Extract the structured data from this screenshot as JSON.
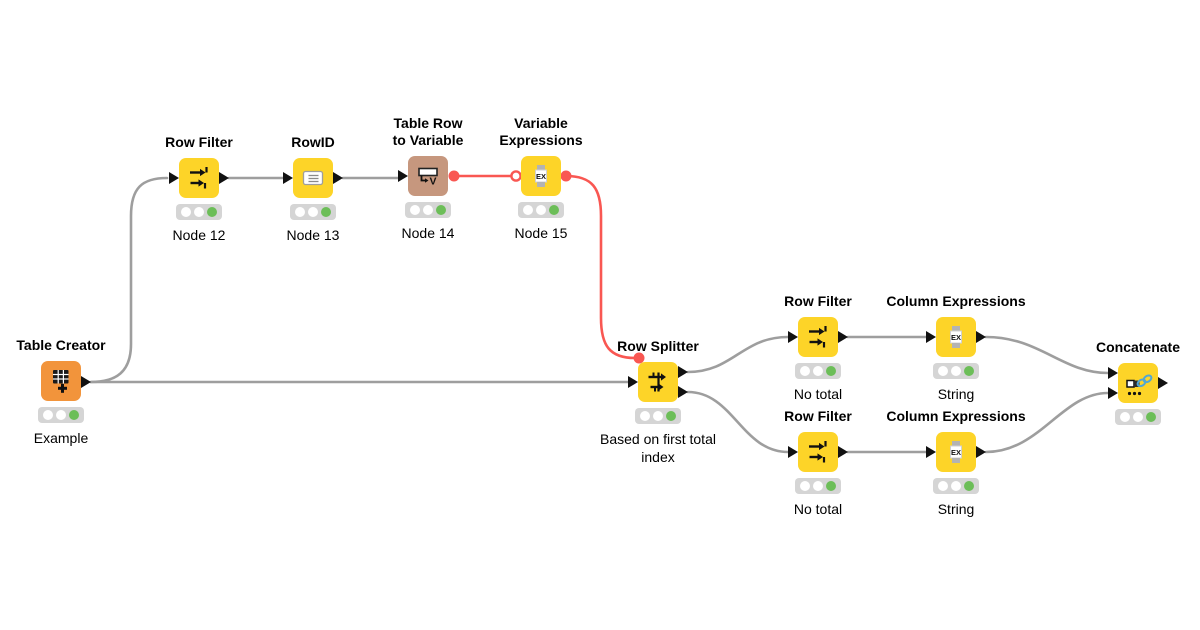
{
  "theme": {
    "colors": {
      "canvas-bg": "#ffffff",
      "node-yellow": "#fdd428",
      "node-orange": "#f2943b",
      "node-tan": "#c6977e",
      "edge-gray": "#9e9e9e",
      "edge-red": "#f95752",
      "port-black": "#111111",
      "status-bg": "#d5d5d5",
      "status-green": "#6cbe58",
      "text-black": "#000000"
    }
  },
  "workflow": {
    "nodes": [
      {
        "id": "table-creator",
        "title": "Table Creator",
        "label": "Example",
        "status": "executed",
        "color": "orange"
      },
      {
        "id": "row-filter-12",
        "title": "Row Filter",
        "label": "Node 12",
        "status": "executed",
        "color": "yellow"
      },
      {
        "id": "rowid-13",
        "title": "RowID",
        "label": "Node 13",
        "status": "executed",
        "color": "yellow"
      },
      {
        "id": "table-row-to-variable-14",
        "title": "Table Row to Variable",
        "label": "Node 14",
        "status": "executed",
        "color": "tan"
      },
      {
        "id": "variable-expressions-15",
        "title": "Variable Expressions",
        "label": "Node 15",
        "status": "executed",
        "color": "yellow"
      },
      {
        "id": "row-splitter",
        "title": "Row Splitter",
        "label": "Based on first total index",
        "status": "executed",
        "color": "yellow"
      },
      {
        "id": "row-filter-top",
        "title": "Row Filter",
        "label": "No total",
        "status": "executed",
        "color": "yellow"
      },
      {
        "id": "column-expressions-top",
        "title": "Column Expressions",
        "label": "String",
        "status": "executed",
        "color": "yellow"
      },
      {
        "id": "row-filter-bottom",
        "title": "Row Filter",
        "label": "No total",
        "status": "executed",
        "color": "yellow"
      },
      {
        "id": "column-expressions-bottom",
        "title": "Column Expressions",
        "label": "String",
        "status": "executed",
        "color": "yellow"
      },
      {
        "id": "concatenate",
        "title": "Concatenate",
        "label": "",
        "status": "executed",
        "color": "yellow"
      }
    ],
    "connections": [
      {
        "from": "table-creator",
        "to": "row-filter-12",
        "type": "data"
      },
      {
        "from": "table-creator",
        "to": "row-splitter",
        "type": "data"
      },
      {
        "from": "row-filter-12",
        "to": "rowid-13",
        "type": "data"
      },
      {
        "from": "rowid-13",
        "to": "table-row-to-variable-14",
        "type": "data"
      },
      {
        "from": "table-row-to-variable-14",
        "to": "variable-expressions-15",
        "type": "flow-variable"
      },
      {
        "from": "variable-expressions-15",
        "to": "row-splitter",
        "type": "flow-variable"
      },
      {
        "from": "row-splitter",
        "to": "row-filter-top",
        "type": "data"
      },
      {
        "from": "row-splitter",
        "to": "row-filter-bottom",
        "type": "data"
      },
      {
        "from": "row-filter-top",
        "to": "column-expressions-top",
        "type": "data"
      },
      {
        "from": "row-filter-bottom",
        "to": "column-expressions-bottom",
        "type": "data"
      },
      {
        "from": "column-expressions-top",
        "to": "concatenate",
        "type": "data"
      },
      {
        "from": "column-expressions-bottom",
        "to": "concatenate",
        "type": "data"
      }
    ]
  }
}
